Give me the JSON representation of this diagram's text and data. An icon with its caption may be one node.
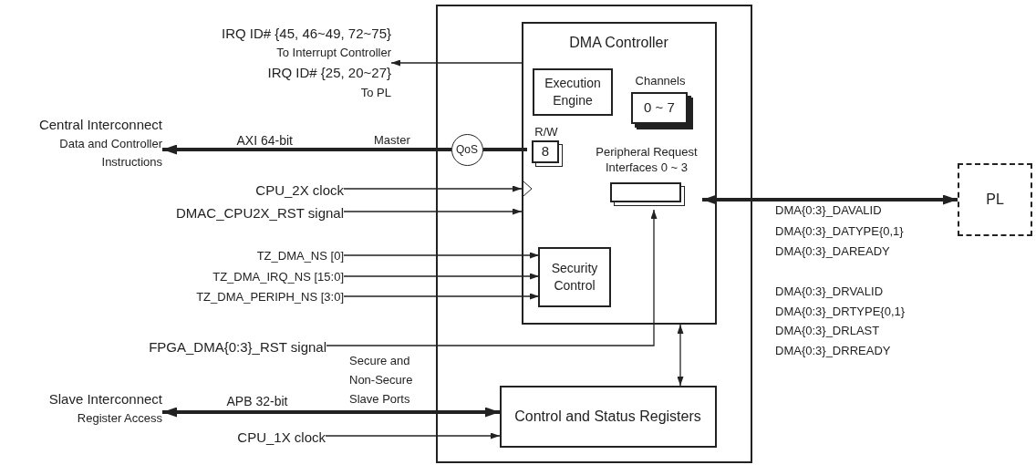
{
  "diagram": {
    "nodes": [
      {
        "text": [],
        "shape": "box"
      },
      {
        "text": [
          "DMA Controller"
        ],
        "in": 0
      },
      {
        "text": [
          "Execution Engine"
        ],
        "in": 1
      },
      {
        "text": [
          "Channels",
          "0 ~ 7"
        ],
        "in": 1
      },
      {
        "text": [
          "R/W",
          "8"
        ],
        "in": 1
      },
      {
        "text": [
          "QoS"
        ],
        "in": 0
      },
      {
        "text": [
          "Peripheral Request Interfaces 0 ~ 3"
        ],
        "in": 1
      },
      {
        "text": [
          "Security Control"
        ],
        "in": 1
      },
      {
        "text": [
          "Control and Status Registers"
        ],
        "in": 0
      },
      {
        "text": [
          "PL"
        ]
      },
      {
        "text": [
          "IRQ ID# {45, 46~49, 72~75}",
          "To Interrupt Controller",
          "IRQ ID# {25, 20~27}",
          "To PL"
        ]
      },
      {
        "text": [
          "Central Interconnect",
          "Data and Controller Instructions"
        ]
      },
      {
        "text": [
          "CPU_2X clock"
        ]
      },
      {
        "text": [
          "DMAC_CPU2X_RST signal"
        ]
      },
      {
        "text": [
          "TZ_DMA_NS [0]"
        ]
      },
      {
        "text": [
          "TZ_DMA_IRQ_NS [15:0]"
        ]
      },
      {
        "text": [
          "TZ_DMA_PERIPH_NS [3:0]"
        ]
      },
      {
        "text": [
          "FPGA_DMA{0:3}_RST signal"
        ]
      },
      {
        "text": [
          "Slave Interconnect",
          "Register Access"
        ]
      },
      {
        "text": [
          "CPU_1X clock"
        ]
      }
    ],
    "edges": [
      {
        "from": 1,
        "to": 10,
        "arrow": "to"
      },
      {
        "from": 4,
        "to": 5,
        "arrow": "none",
        "style": "thick"
      },
      {
        "from": 5,
        "to": 11,
        "arrow": "to",
        "style": "thick",
        "label": "AXI 64-bit"
      },
      {
        "from": 12,
        "to": 1,
        "arrow": "to"
      },
      {
        "from": 13,
        "to": 1,
        "arrow": "to"
      },
      {
        "from": 14,
        "to": 7,
        "arrow": "to"
      },
      {
        "from": 15,
        "to": 7,
        "arrow": "to"
      },
      {
        "from": 16,
        "to": 7,
        "arrow": "to"
      },
      {
        "from": 17,
        "to": 6,
        "arrow": "to"
      },
      {
        "from": 6,
        "to": 9,
        "arrow": "both",
        "style": "thick"
      },
      {
        "from": 1,
        "to": 8,
        "arrow": "both"
      },
      {
        "from": 18,
        "to": 8,
        "arrow": "both",
        "style": "thick",
        "label": "APB 32-bit"
      },
      {
        "from": 19,
        "to": 8,
        "arrow": "to"
      }
    ],
    "labels": [
      "Master",
      "Secure and Non-Secure Slave Ports",
      "DMA{0:3}_DAVALID",
      "DMA{0:3}_DATYPE{0,1}",
      "DMA{0:3}_DAREADY",
      "DMA{0:3}_DRVALID",
      "DMA{0:3}_DRTYPE{0,1}",
      "DMA{0:3}_DRLAST",
      "DMA{0:3}_DRREADY"
    ]
  }
}
